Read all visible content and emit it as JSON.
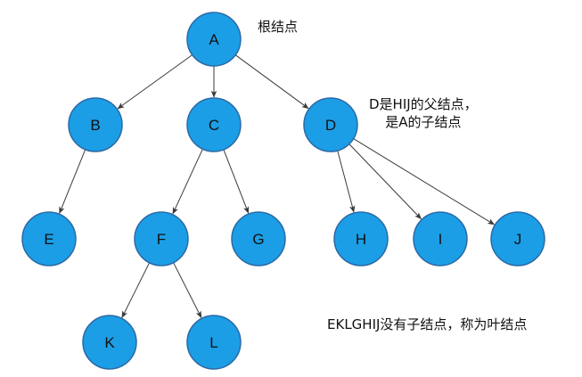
{
  "diagram": {
    "colors": {
      "node_fill": "#1b9ee6",
      "node_stroke": "#2b6aa6",
      "edge": "#3a3a3a",
      "text": "#111111"
    },
    "nodes": [
      {
        "id": "A",
        "label": "A"
      },
      {
        "id": "B",
        "label": "B"
      },
      {
        "id": "C",
        "label": "C"
      },
      {
        "id": "D",
        "label": "D"
      },
      {
        "id": "E",
        "label": "E"
      },
      {
        "id": "F",
        "label": "F"
      },
      {
        "id": "G",
        "label": "G"
      },
      {
        "id": "H",
        "label": "H"
      },
      {
        "id": "I",
        "label": "I"
      },
      {
        "id": "J",
        "label": "J"
      },
      {
        "id": "K",
        "label": "K"
      },
      {
        "id": "L",
        "label": "L"
      }
    ],
    "edges": [
      {
        "from": "A",
        "to": "B"
      },
      {
        "from": "A",
        "to": "C"
      },
      {
        "from": "A",
        "to": "D"
      },
      {
        "from": "B",
        "to": "E"
      },
      {
        "from": "C",
        "to": "F"
      },
      {
        "from": "C",
        "to": "G"
      },
      {
        "from": "D",
        "to": "H"
      },
      {
        "from": "D",
        "to": "I"
      },
      {
        "from": "D",
        "to": "J"
      },
      {
        "from": "F",
        "to": "K"
      },
      {
        "from": "F",
        "to": "L"
      }
    ],
    "annotations": {
      "root_note": "根结点",
      "d_note_line1": "D是HIJ的父结点，",
      "d_note_line2": "是A的子结点",
      "leaf_note": "EKLGHIJ没有子结点，称为叶结点"
    }
  }
}
